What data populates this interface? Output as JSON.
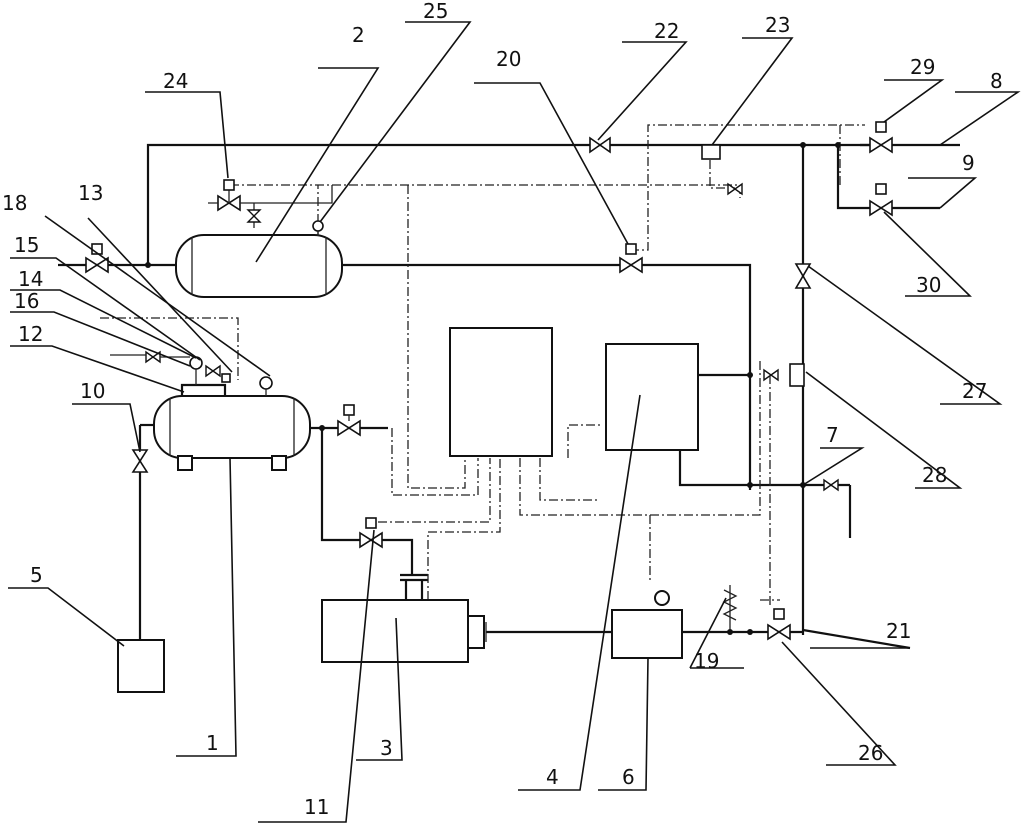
{
  "callouts": [
    {
      "id": "c1",
      "text": "1"
    },
    {
      "id": "c2",
      "text": "2"
    },
    {
      "id": "c3",
      "text": "3"
    },
    {
      "id": "c4",
      "text": "4"
    },
    {
      "id": "c5",
      "text": "5"
    },
    {
      "id": "c6",
      "text": "6"
    },
    {
      "id": "c7",
      "text": "7"
    },
    {
      "id": "c8",
      "text": "8"
    },
    {
      "id": "c9",
      "text": "9"
    },
    {
      "id": "c10",
      "text": "10"
    },
    {
      "id": "c11",
      "text": "11"
    },
    {
      "id": "c12",
      "text": "12"
    },
    {
      "id": "c13",
      "text": "13"
    },
    {
      "id": "c14",
      "text": "14"
    },
    {
      "id": "c15",
      "text": "15"
    },
    {
      "id": "c16",
      "text": "16"
    },
    {
      "id": "c18",
      "text": "18"
    },
    {
      "id": "c19",
      "text": "19"
    },
    {
      "id": "c20",
      "text": "20"
    },
    {
      "id": "c21",
      "text": "21"
    },
    {
      "id": "c22",
      "text": "22"
    },
    {
      "id": "c23",
      "text": "23"
    },
    {
      "id": "c24",
      "text": "24"
    },
    {
      "id": "c25",
      "text": "25"
    },
    {
      "id": "c26",
      "text": "26"
    },
    {
      "id": "c27",
      "text": "27"
    },
    {
      "id": "c28",
      "text": "28"
    },
    {
      "id": "c29",
      "text": "29"
    },
    {
      "id": "c30",
      "text": "30"
    }
  ]
}
